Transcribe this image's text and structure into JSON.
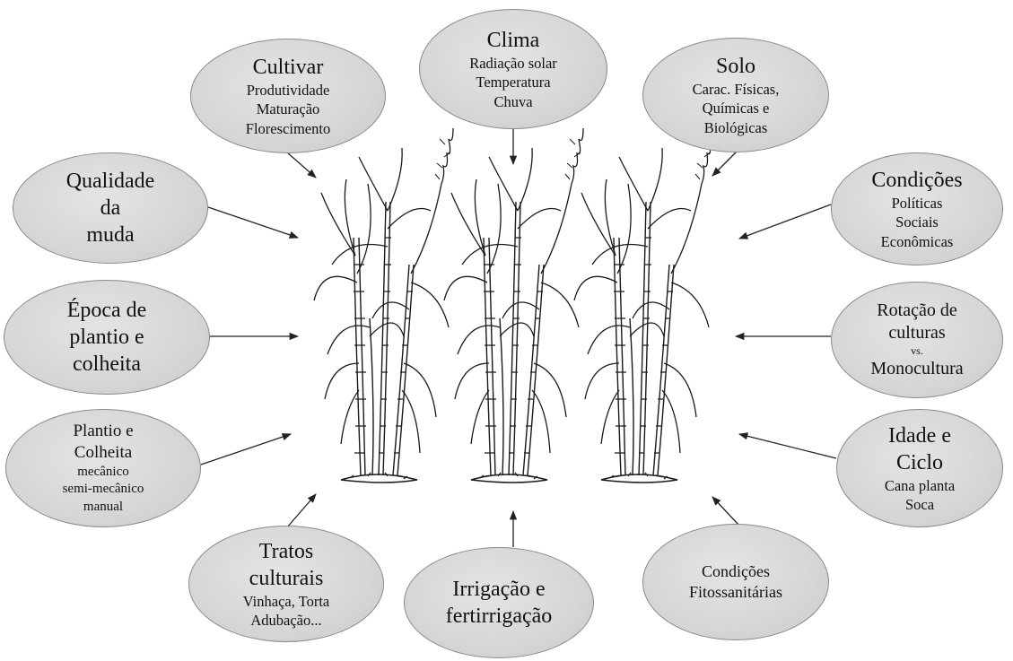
{
  "nodes": {
    "clima": {
      "title": "Clima",
      "lines": [
        "Radiação solar",
        "Temperatura",
        "Chuva"
      ]
    },
    "cultivar": {
      "title": "Cultivar",
      "lines": [
        "Produtividade",
        "Maturação",
        "Florescimento"
      ]
    },
    "solo": {
      "title": "Solo",
      "lines": [
        "Carac. Físicas,",
        "Químicas e",
        "Biológicas"
      ]
    },
    "qualidade": {
      "lines": [
        "Qualidade",
        "da",
        "muda"
      ]
    },
    "condicoes": {
      "title": "Condições",
      "lines": [
        "Políticas",
        "Sociais",
        "Econômicas"
      ]
    },
    "epoca": {
      "lines": [
        "Época de",
        "plantio e",
        "colheita"
      ]
    },
    "rotacao": {
      "lines": [
        "Rotação de",
        "culturas"
      ],
      "small": "vs.",
      "last": "Monocultura"
    },
    "plantio": {
      "lines": [
        "Plantio e",
        "Colheita"
      ],
      "sub": [
        "mecânico",
        "semi-mecânico",
        "manual"
      ]
    },
    "idade": {
      "lines": [
        "Idade e",
        "Ciclo"
      ],
      "sub": [
        "Cana planta",
        "Soca"
      ]
    },
    "tratos": {
      "lines": [
        "Tratos",
        "culturais"
      ],
      "sub": [
        "Vinhaça, Torta",
        "Adubação..."
      ]
    },
    "irrigacao": {
      "lines": [
        "Irrigação e",
        "fertirrigação"
      ]
    },
    "fitossanitarias": {
      "sub": [
        "Condições",
        "Fitossanitárias"
      ]
    }
  },
  "colors": {
    "node_fill": "#d6d6d6",
    "node_border": "#8a8a8a",
    "arrow": "#222222",
    "plant": "#1a1a1a"
  },
  "icons": [
    "sugarcane-plant-icon",
    "sugarcane-plant-icon",
    "sugarcane-plant-icon"
  ]
}
